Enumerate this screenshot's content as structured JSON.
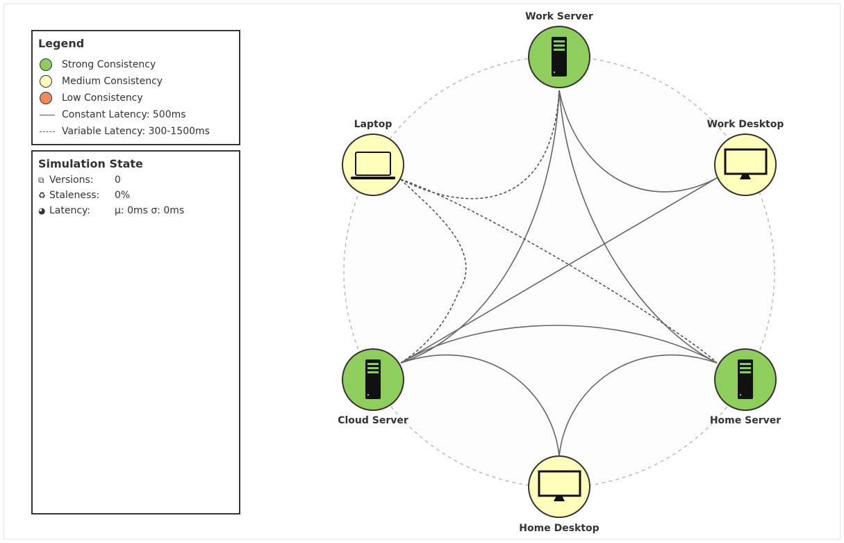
{
  "legend": {
    "title": "Legend",
    "items": [
      {
        "label": "Strong Consistency",
        "color": "#8fce5c"
      },
      {
        "label": "Medium Consistency",
        "color": "#ffffbb"
      },
      {
        "label": "Low Consistency",
        "color": "#f08a5b"
      }
    ],
    "constant_latency": "Constant Latency: 500ms",
    "variable_latency": "Variable Latency: 300-1500ms"
  },
  "simulation_state": {
    "title": "Simulation State",
    "versions_label": "Versions:",
    "versions_value": "0",
    "staleness_label": "Staleness:",
    "staleness_value": "0%",
    "latency_label": "Latency:",
    "latency_value": "μ: 0ms σ: 0ms"
  },
  "nodes": {
    "work_server": {
      "label": "Work Server",
      "consistency": "strong",
      "icon": "server-icon"
    },
    "work_desktop": {
      "label": "Work Desktop",
      "consistency": "medium",
      "icon": "desktop-icon"
    },
    "home_server": {
      "label": "Home Server",
      "consistency": "strong",
      "icon": "server-icon"
    },
    "home_desktop": {
      "label": "Home Desktop",
      "consistency": "medium",
      "icon": "desktop-icon"
    },
    "cloud_server": {
      "label": "Cloud Server",
      "consistency": "strong",
      "icon": "server-icon"
    },
    "laptop": {
      "label": "Laptop",
      "consistency": "medium",
      "icon": "laptop-icon"
    }
  },
  "colors": {
    "strong": "#8fce5c",
    "medium": "#ffffbb",
    "low": "#f08a5b",
    "link": "#666666",
    "ring": "#bbbbbb"
  }
}
